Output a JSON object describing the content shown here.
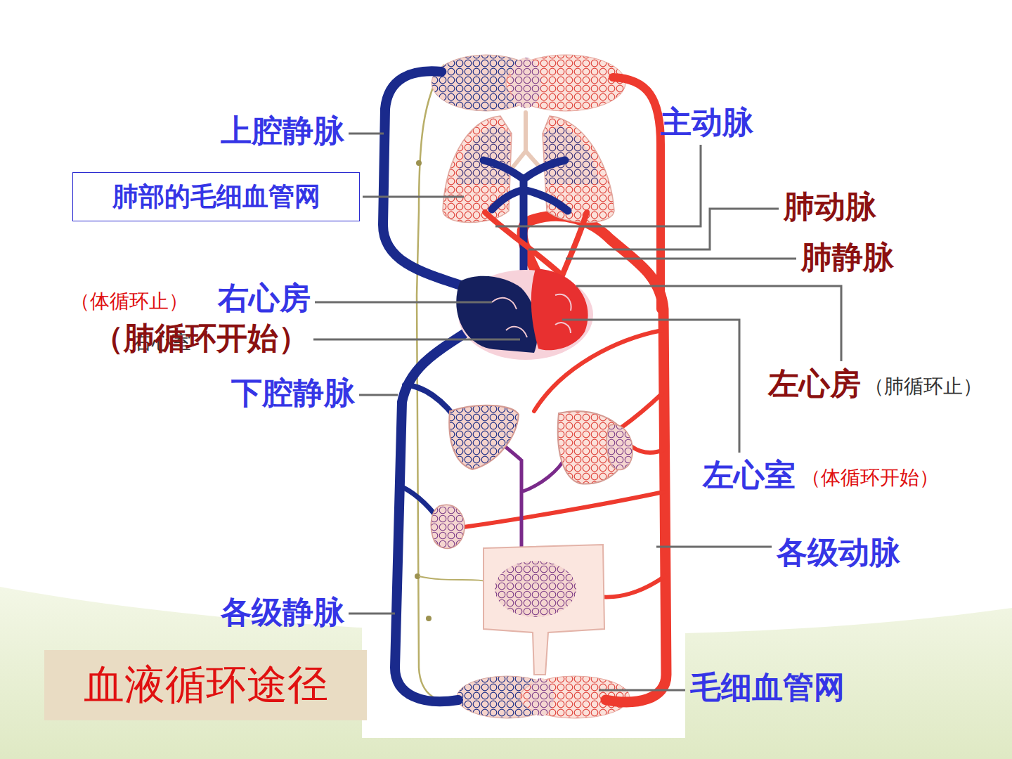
{
  "diagram": {
    "nodes": [
      {
        "text": [
          "肺部的毛细血管网"
        ]
      },
      {
        "text": [
          "血液循环途径"
        ]
      }
    ],
    "labels": [
      "主动脉",
      "上腔静脉",
      "肺动脉",
      "肺静脉",
      "（体循环止）",
      "右心房",
      "右心室",
      "（肺循环开始）",
      "下腔静脉",
      "左心房",
      "（肺循环止）",
      "左心室",
      "（体循环开始）",
      "各级动脉",
      "各级静脉",
      "毛细血管网"
    ]
  }
}
